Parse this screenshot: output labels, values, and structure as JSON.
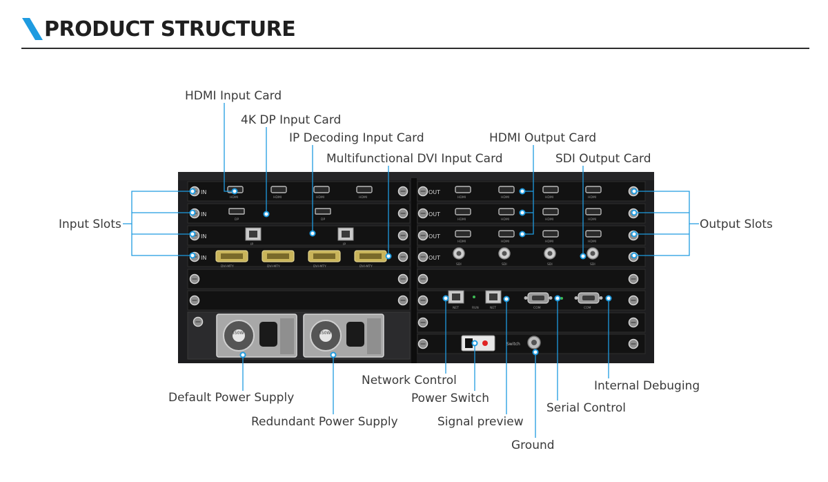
{
  "header": {
    "title": "PRODUCT STRUCTURE"
  },
  "colors": {
    "accent": "#1e9be0",
    "chassis": "#1d1d1f",
    "card": "#121212",
    "connector": "#b9b9b9",
    "text": "#3a3a3a"
  },
  "labels": {
    "hdmi_input_card": "HDMI Input Card",
    "dp_4k_input_card": "4K DP Input Card",
    "ip_decoding_input_card": "IP Decoding Input Card",
    "dvi_input_card": "Multifunctional DVI Input Card",
    "hdmi_output_card": "HDMI Output Card",
    "sdi_output_card": "SDI Output Card",
    "input_slots": "Input Slots",
    "output_slots": "Output Slots",
    "network_control": "Network Control",
    "power_switch": "Power Switch",
    "signal_preview": "Signal preview",
    "ground": "Ground",
    "serial_control": "Serial Control",
    "internal_debuging": "Internal Debuging",
    "default_power_supply": "Default Power Supply",
    "redundant_power_supply": "Redundant Power Supply"
  },
  "panel_text": {
    "slot_in": "IN",
    "slot_out": "OUT",
    "switch_label": "Switch",
    "hdmi_port": "HDMI",
    "dp_port": "DP",
    "ip_port": "IP",
    "dvi_port": "DVI-MTY",
    "sdi_port": "SDI",
    "net_port": "NET",
    "run_led": "RUN",
    "com_port": "COM",
    "psu_rating": "550W"
  }
}
